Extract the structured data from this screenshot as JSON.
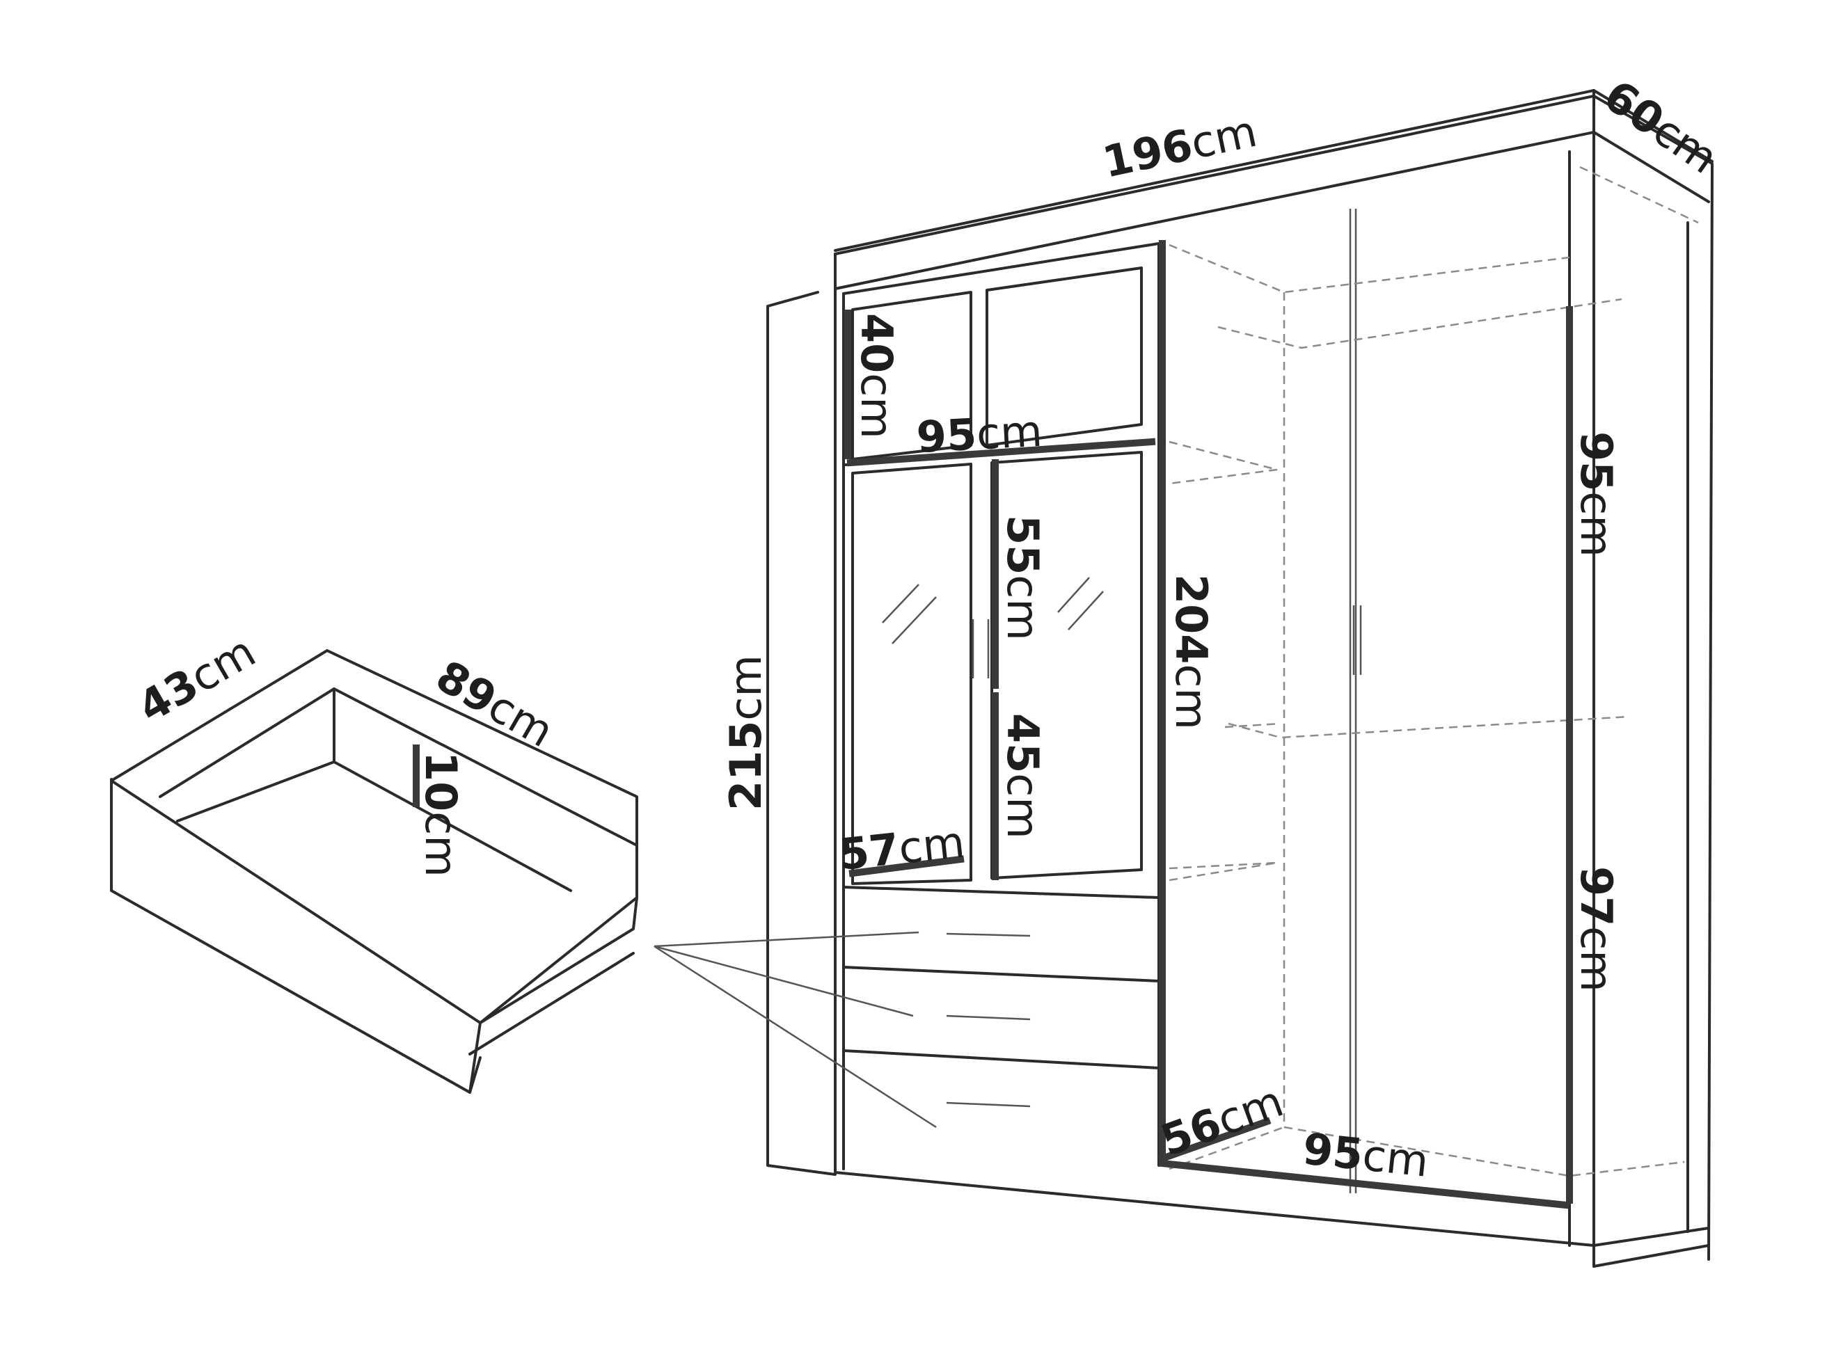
{
  "labels": {
    "width_total": {
      "value": "196",
      "unit": "cm"
    },
    "depth_total": {
      "value": "60",
      "unit": "cm"
    },
    "height_total": {
      "value": "215",
      "unit": "cm"
    },
    "top_box_h": {
      "value": "40",
      "unit": "cm"
    },
    "left_width": {
      "value": "95",
      "unit": "cm"
    },
    "upper_glass_h": {
      "value": "55",
      "unit": "cm"
    },
    "lower_glass_h": {
      "value": "45",
      "unit": "cm"
    },
    "shelf_depth": {
      "value": "57",
      "unit": "cm"
    },
    "inner_height": {
      "value": "204",
      "unit": "cm"
    },
    "upper_rail_h": {
      "value": "95",
      "unit": "cm"
    },
    "lower_rail_h": {
      "value": "97",
      "unit": "cm"
    },
    "bottom_depth": {
      "value": "56",
      "unit": "cm"
    },
    "right_width": {
      "value": "95",
      "unit": "cm"
    },
    "drawer_depth": {
      "value": "43",
      "unit": "cm"
    },
    "drawer_width": {
      "value": "89",
      "unit": "cm"
    },
    "drawer_height": {
      "value": "10",
      "unit": "cm"
    }
  }
}
